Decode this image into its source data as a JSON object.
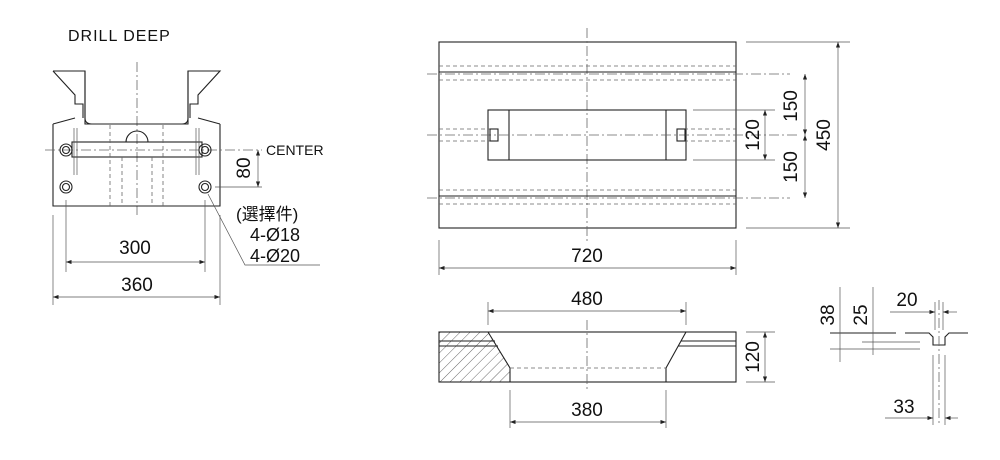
{
  "title": "DRILL DEEP",
  "front_view": {
    "center_label": "CENTER",
    "dim_center_offset": "80",
    "optional_label": "(選擇件)",
    "hole_a": "4-Ø18",
    "hole_b": "4-Ø20",
    "dim_hole_spacing": "300",
    "dim_width": "360"
  },
  "top_view": {
    "dim_length": "720",
    "dim_width": "450",
    "dim_upper": "150",
    "dim_lower": "150",
    "dim_opening": "120"
  },
  "section_view": {
    "dim_top_opening": "480",
    "dim_bottom_opening": "380",
    "dim_height": "120"
  },
  "slot_detail": {
    "dim_38": "38",
    "dim_25": "25",
    "dim_20": "20",
    "dim_33": "33"
  }
}
